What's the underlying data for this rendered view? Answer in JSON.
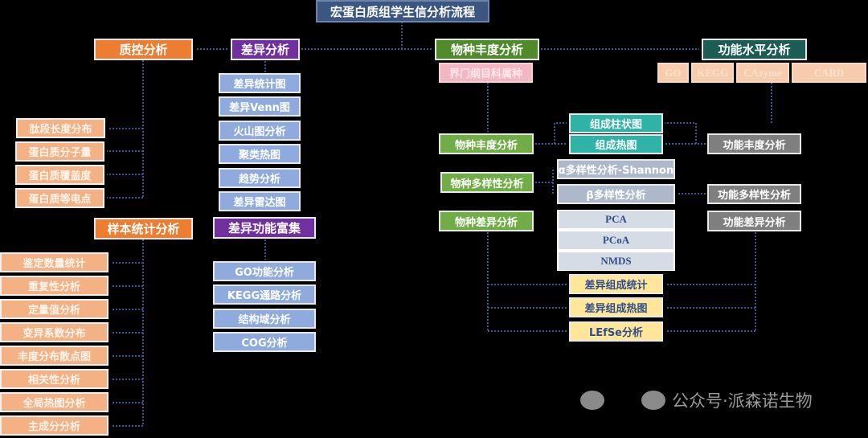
{
  "title": "宏蛋白质组学生信分析流程",
  "qc": {
    "head": "质控分析",
    "items": [
      "肽段长度分布",
      "蛋白质分子量",
      "蛋白质覆盖度",
      "蛋白质等电点"
    ]
  },
  "sample": {
    "head": "样本统计分析",
    "items": [
      "鉴定数量统计",
      "重复性分析",
      "定量值分析",
      "变异系数分布",
      "丰度分布散点图",
      "相关性分析",
      "全局热图分析",
      "主成分分析"
    ]
  },
  "diff": {
    "head": "差异分析",
    "items": [
      "差异统计图",
      "差异Venn图",
      "火山图分析",
      "聚类热图",
      "趋势分析",
      "差异雷达图"
    ]
  },
  "enrich": {
    "head": "差异功能富集",
    "items": [
      "GO功能分析",
      "KEGG通路分析",
      "结构域分析",
      "COG分析"
    ]
  },
  "species": {
    "head": "物种丰度分析",
    "taxa": "界门纲目科属种",
    "abundance": "物种丰度分析",
    "diversity": "物种多样性分析",
    "difference": "物种差异分析"
  },
  "function": {
    "head": "功能水平分析",
    "dbs": [
      "GO",
      "KEGG",
      "CAzyme",
      "CARD"
    ],
    "abundance": "功能丰度分析",
    "diversity": "功能多样性分析",
    "difference": "功能差异分析"
  },
  "composition": [
    "组成柱状图",
    "组成热图"
  ],
  "diversity": [
    "α多样性分析-Shannon",
    "β多样性分析"
  ],
  "ordination": [
    "PCA",
    "PCoA",
    "NMDS"
  ],
  "diffcomp": [
    "差异组成统计",
    "差异组成热图",
    "LEfSe分析"
  ],
  "watermark": "公众号·派森诺生物"
}
